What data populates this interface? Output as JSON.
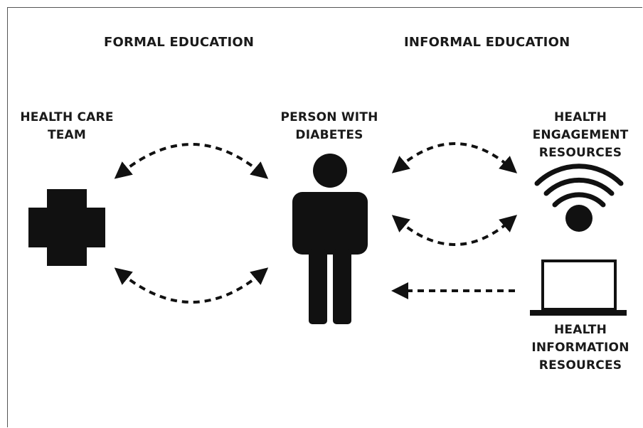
{
  "headings": {
    "formal": "FORMAL EDUCATION",
    "informal": "INFORMAL EDUCATION"
  },
  "nodes": {
    "health_care_team": [
      "HEALTH CARE",
      "TEAM"
    ],
    "person": [
      "PERSON WITH",
      "DIABETES"
    ],
    "engagement": [
      "HEALTH",
      "ENGAGEMENT",
      "RESOURCES"
    ],
    "information": [
      "HEALTH",
      "INFORMATION",
      "RESOURCES"
    ]
  },
  "icons": {
    "health_care_team": "medical-cross-icon",
    "person": "person-icon",
    "engagement": "wireless-signal-icon",
    "information": "laptop-icon"
  },
  "edges": [
    {
      "from": "health_care_team",
      "to": "person",
      "direction": "two-way"
    },
    {
      "from": "person",
      "to": "health_care_team",
      "direction": "two-way"
    },
    {
      "from": "person",
      "to": "engagement",
      "direction": "two-way"
    },
    {
      "from": "engagement",
      "to": "person",
      "direction": "two-way"
    },
    {
      "from": "information",
      "to": "person",
      "direction": "one-way"
    }
  ],
  "colors": {
    "ink": "#111111",
    "frame": "#555555"
  }
}
